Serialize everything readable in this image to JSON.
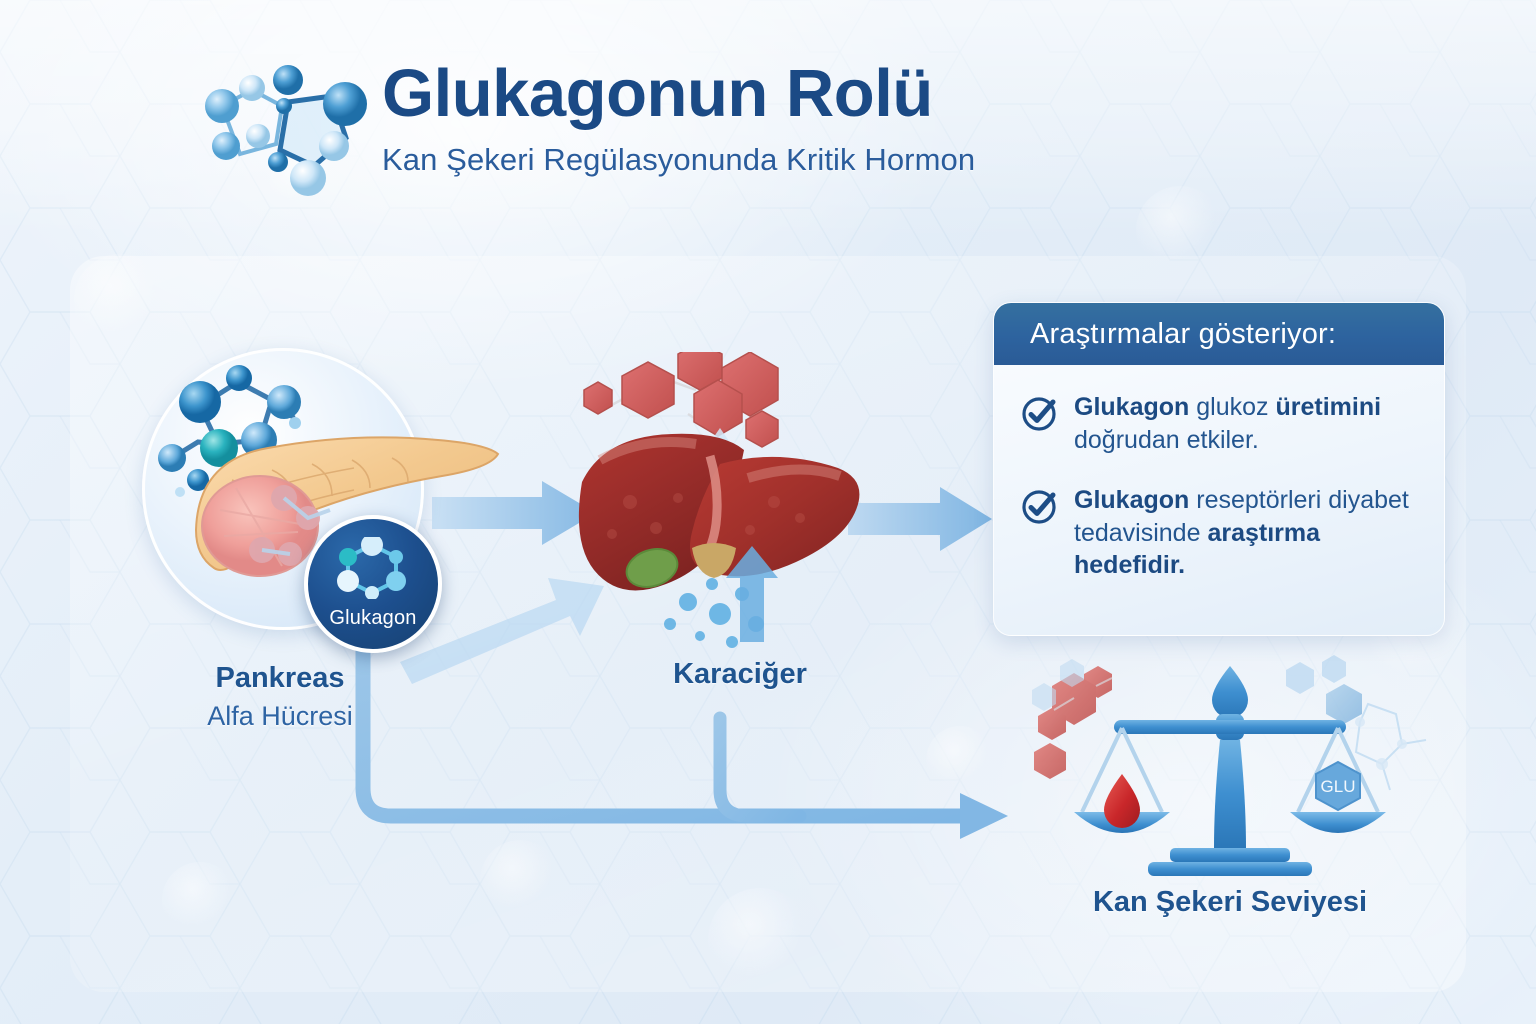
{
  "header": {
    "logo_icon": "molecule-icon",
    "title": "Glukagonun Rolü",
    "subtitle": "Kan Şekeri Regülasyonunda Kritik Hormon"
  },
  "nodes": {
    "pancreas": {
      "icon": "pancreas-illustration",
      "badge_label": "Glukagon",
      "badge_icon": "hexagon-molecule-icon",
      "caption_primary": "Pankreas",
      "caption_secondary": "Alfa Hücresi"
    },
    "liver": {
      "icon": "liver-illustration",
      "caption_primary": "Karaciğer",
      "glucose_icon": "glucose-hexagon-cluster-icon",
      "droplet_icon": "blue-droplets-icon"
    },
    "blood_sugar": {
      "icon": "balance-scale-illustration",
      "left_pan_icon": "blood-drop-icon",
      "right_pan_label": "GLU",
      "caption_primary": "Kan Şekeri Seviyesi"
    }
  },
  "arrows": {
    "pancreas_to_liver": "arrow-right-icon",
    "liver_to_research": "arrow-right-icon",
    "flow_to_blood_sugar": "elbow-arrow-right-icon",
    "liver_glucose_up": "arrow-up-icon",
    "liver_input_up": "arrow-up-icon"
  },
  "research_card": {
    "header_title": "Araştırmalar gösteriyor:",
    "items": [
      {
        "icon": "check-circle-icon",
        "lead": "Glukagon",
        "mid": " glukoz ",
        "bold2": "üretimini",
        "tail": " doğrudan etkiler."
      },
      {
        "icon": "check-circle-icon",
        "lead": "Glukagon",
        "mid": " reseptörleri diyabet tedavisinde ",
        "bold2": "araştırma hedefidir.",
        "tail": ""
      }
    ]
  },
  "colors": {
    "title_navy": "#1b4a85",
    "subtitle_blue": "#2a5c9c",
    "card_header_blue": "#2d639f",
    "badge_navy": "#1d4f8e",
    "arrow_blue": "#8cbce6",
    "glucose_red": "#cf5a5a",
    "background": "#e4eef8"
  }
}
